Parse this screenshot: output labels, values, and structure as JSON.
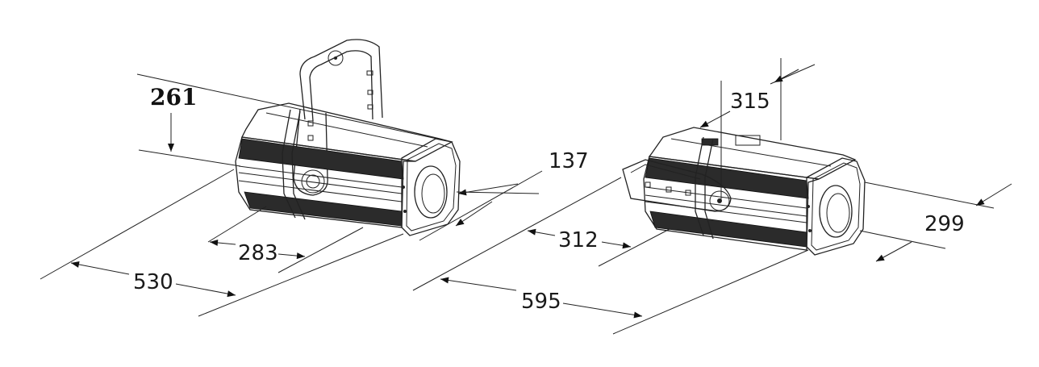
{
  "dimensions": {
    "left_height": "261",
    "left_lens_offset": "137",
    "left_width": "283",
    "left_length": "530",
    "right_height": "315",
    "right_width": "312",
    "right_lens_height": "299",
    "right_length": "595"
  }
}
